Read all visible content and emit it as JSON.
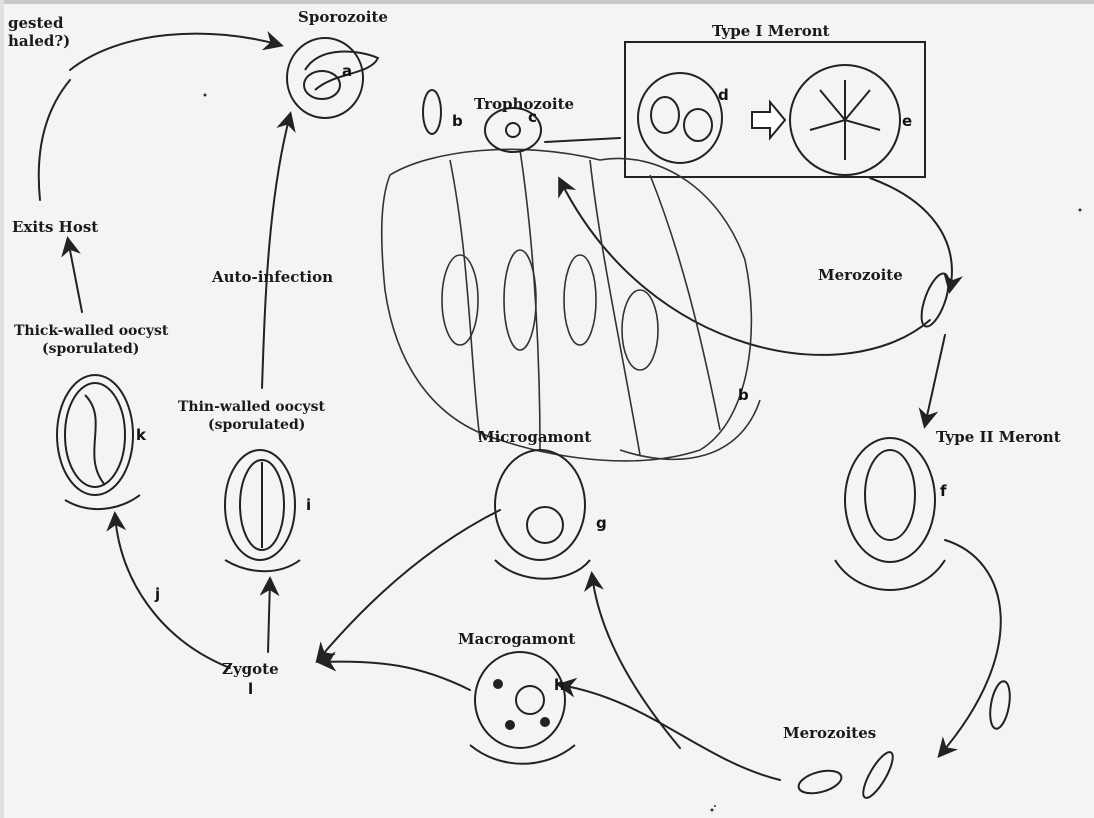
{
  "labels": {
    "ingested_line1": "gested",
    "ingested_line2": "haled?)",
    "sporozoite": "Sporozoite",
    "trophozoite": "Trophozoite",
    "type1_meront": "Type I Meront",
    "exits_host": "Exits Host",
    "auto_infection": "Auto-infection",
    "merozoite": "Merozoite",
    "thick_oocyst_line1": "Thick-walled oocyst",
    "thick_oocyst_line2": "(sporulated)",
    "thin_oocyst_line1": "Thin-walled oocyst",
    "thin_oocyst_line2": "(sporulated)",
    "microgamont": "Microgamont",
    "type2_meront": "Type II Meront",
    "zygote": "Zygote",
    "macrogamont": "Macrogamont",
    "merozoites": "Merozoites"
  },
  "letters": {
    "a": "a",
    "b": "b",
    "c": "c",
    "d": "d",
    "e": "e",
    "f": "f",
    "g": "g",
    "h": "h",
    "i": "i",
    "j": "j",
    "k": "k",
    "l": "l",
    "b2": "b"
  }
}
